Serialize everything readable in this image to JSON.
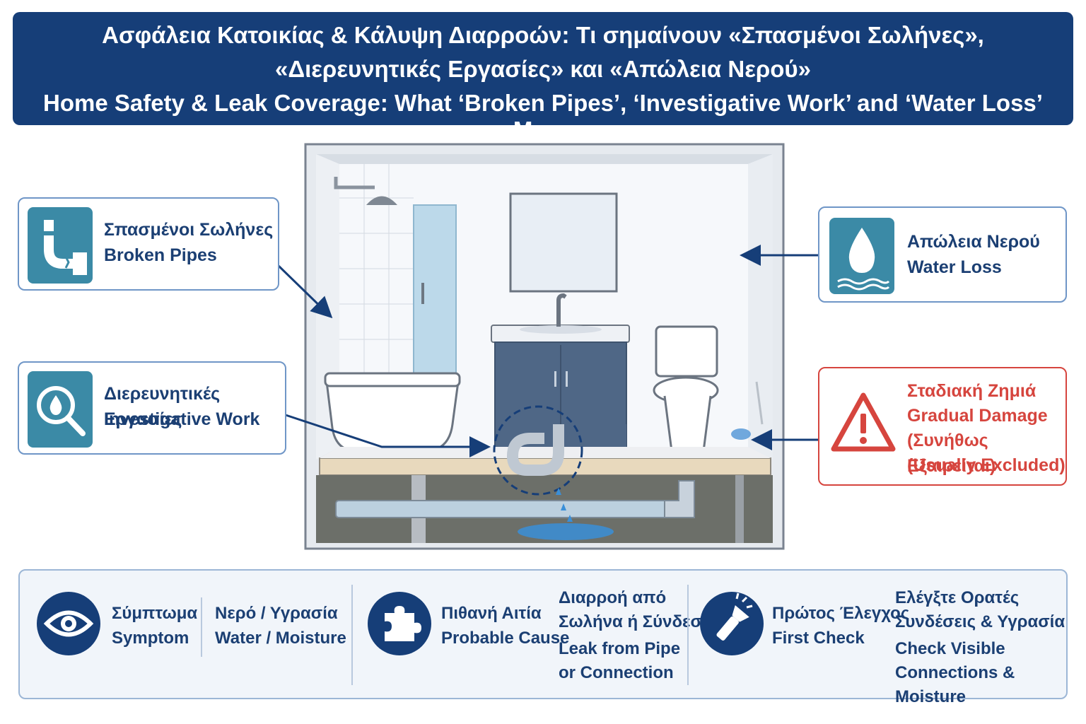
{
  "header": {
    "title_greek_line1": "Ασφάλεια Κατοικίας & Κάλυψη Διαρροών: Τι σημαίνουν «Σπασμένοι Σωλήνες»,",
    "title_greek_line2": "«Διερευνητικές Εργασίες» και «Απώλεια Νερού»",
    "title_english": "Home Safety & Leak Coverage: What ‘Broken Pipes’, ‘Investigative Work’ and ‘Water Loss’ Mean"
  },
  "callouts": {
    "broken_pipes": {
      "greek": "Σπασμένοι Σωλήνες",
      "english": "Broken Pipes",
      "icon": "broken-pipe-icon"
    },
    "investigative_work": {
      "greek": "Διερευνητικές Εργασίες",
      "english": "Investigative Work",
      "icon": "magnifier-drop-icon"
    },
    "water_loss": {
      "greek": "Απώλεια Νερού",
      "english": "Water Loss",
      "icon": "water-drop-icon"
    },
    "gradual_damage": {
      "greek": "Σταδιακή Ζημιά",
      "english": "Gradual Damage",
      "note_greek": "(Συνήθως Εξαιρείται)",
      "note_english": "(Usually Excluded)",
      "icon": "warning-triangle-icon"
    }
  },
  "bottom": {
    "symptom": {
      "label_greek": "Σύμπτωμα",
      "label_english": "Symptom",
      "value_greek": "Νερό / Υγρασία",
      "value_english": "Water / Moisture",
      "icon": "eye-icon"
    },
    "cause": {
      "label_greek": "Πιθανή Αιτία",
      "label_english": "Probable Cause",
      "value_greek_1": "Διαρροή από",
      "value_greek_2": "Σωλήνα ή Σύνδεση",
      "value_english_1": "Leak from Pipe",
      "value_english_2": "or Connection",
      "icon": "puzzle-icon"
    },
    "check": {
      "label_greek": "Πρώτος Έλεγχος",
      "label_english": "First Check",
      "value_greek_1": "Ελέγξτε Ορατές",
      "value_greek_2": "Συνδέσεις & Υγρασία",
      "value_english_1": "Check Visible",
      "value_english_2": "Connections & Moisture",
      "icon": "flashlight-icon"
    }
  },
  "colors": {
    "navy": "#163e78",
    "teal": "#3b8aa6",
    "warning_red": "#d6453e",
    "water_blue": "#3a8fd8"
  }
}
